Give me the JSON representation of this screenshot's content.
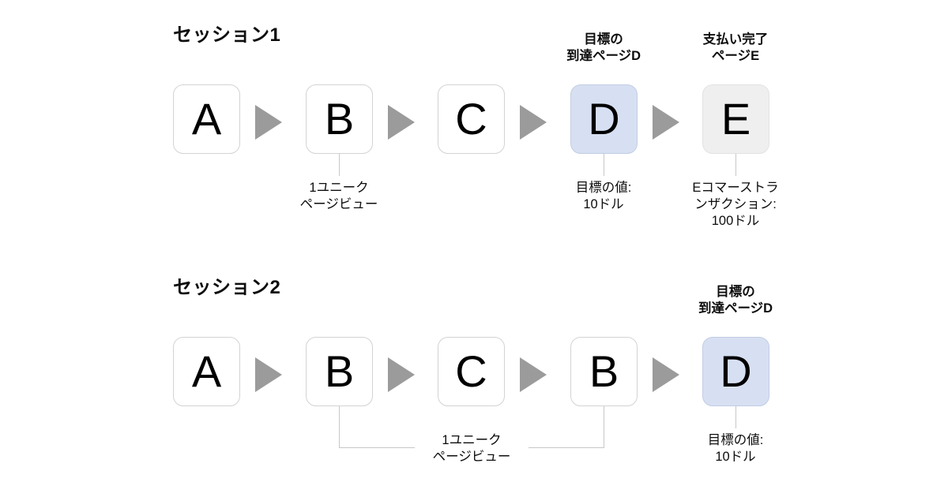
{
  "sessions": [
    {
      "title": "セッション1",
      "steps": [
        {
          "letter": "A",
          "style": "plain",
          "top_label": "",
          "bottom_label": ""
        },
        {
          "letter": "B",
          "style": "plain",
          "top_label": "",
          "bottom_label": "1ユニーク\nページビュー"
        },
        {
          "letter": "C",
          "style": "plain",
          "top_label": "",
          "bottom_label": ""
        },
        {
          "letter": "D",
          "style": "goal",
          "top_label": "目標の\n到達ページD",
          "bottom_label": "目標の値:\n10ドル"
        },
        {
          "letter": "E",
          "style": "ecom",
          "top_label": "支払い完了\nページE",
          "bottom_label": "Eコマーストラ\nンザクション:\n100ドル"
        }
      ]
    },
    {
      "title": "セッション2",
      "steps": [
        {
          "letter": "A",
          "style": "plain",
          "top_label": "",
          "bottom_label": ""
        },
        {
          "letter": "B",
          "style": "plain",
          "top_label": "",
          "bottom_label": ""
        },
        {
          "letter": "C",
          "style": "plain",
          "top_label": "",
          "bottom_label": ""
        },
        {
          "letter": "B",
          "style": "plain",
          "top_label": "",
          "bottom_label": ""
        },
        {
          "letter": "D",
          "style": "goal",
          "top_label": "目標の\n到達ページD",
          "bottom_label": "目標の値:\n10ドル"
        }
      ],
      "bracket_label": "1ユニーク\nページビュー"
    }
  ],
  "labels": {
    "session1_title": "セッション1",
    "session2_title": "セッション2",
    "s1_b_note": "1ユニーク\nページビュー",
    "s1_d_top": "目標の\n到達ページD",
    "s1_d_bottom": "目標の値:\n10ドル",
    "s1_e_top": "支払い完了\nページE",
    "s1_e_bottom": "Eコマーストラ\nンザクション:\n100ドル",
    "s2_bracket_note": "1ユニーク\nページビュー",
    "s2_d_top": "目標の\n到達ページD",
    "s2_d_bottom": "目標の値:\n10ドル",
    "letters": {
      "a": "A",
      "b": "B",
      "c": "C",
      "d": "D",
      "e": "E"
    }
  },
  "colors": {
    "goal_fill": "#d7e0f2",
    "goal_border": "#c2cde4",
    "ecom_fill": "#efefef",
    "ecom_border": "#e2e2e2",
    "box_border": "#d3d3d3",
    "arrow": "#9b9b9b",
    "connector": "#c8c8c8",
    "text": "#0d0d0d",
    "background": "#ffffff"
  }
}
